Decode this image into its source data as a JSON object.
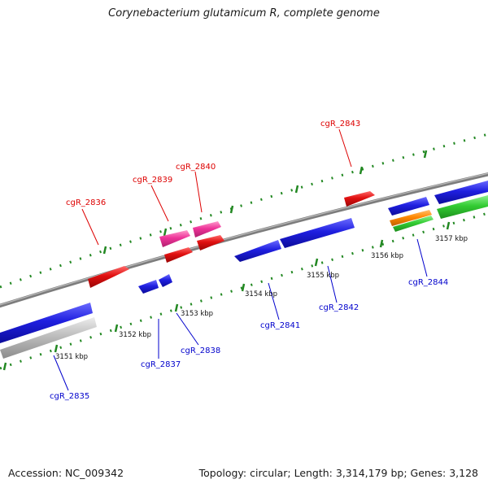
{
  "title": "Corynebacterium glutamicum R, complete genome",
  "footer": {
    "accession": "Accession: NC_009342",
    "topology": "Topology: circular; Length: 3,314,179 bp; Genes: 3,128"
  },
  "colors": {
    "forward_label": "#dd0000",
    "reverse_label": "#0000cc",
    "tick": "#228822",
    "backbone": "#808080",
    "gene_blue": "#1f1fe0",
    "gene_red": "#e01010",
    "gene_pink": "#ee3399",
    "gene_gray": "#b8b8b8",
    "gene_green": "#33cc33",
    "gene_orange": "#ff8800"
  },
  "ruler_labels": [
    "3151 kbp",
    "3152 kbp",
    "3153 kbp",
    "3154 kbp",
    "3155 kbp",
    "3156 kbp",
    "3157 kbp"
  ],
  "genes_forward": [
    {
      "id": "cgR_2836"
    },
    {
      "id": "cgR_2839"
    },
    {
      "id": "cgR_2840"
    },
    {
      "id": "cgR_2843"
    }
  ],
  "genes_reverse": [
    {
      "id": "cgR_2835"
    },
    {
      "id": "cgR_2837"
    },
    {
      "id": "cgR_2838"
    },
    {
      "id": "cgR_2841"
    },
    {
      "id": "cgR_2842"
    },
    {
      "id": "cgR_2844"
    }
  ]
}
